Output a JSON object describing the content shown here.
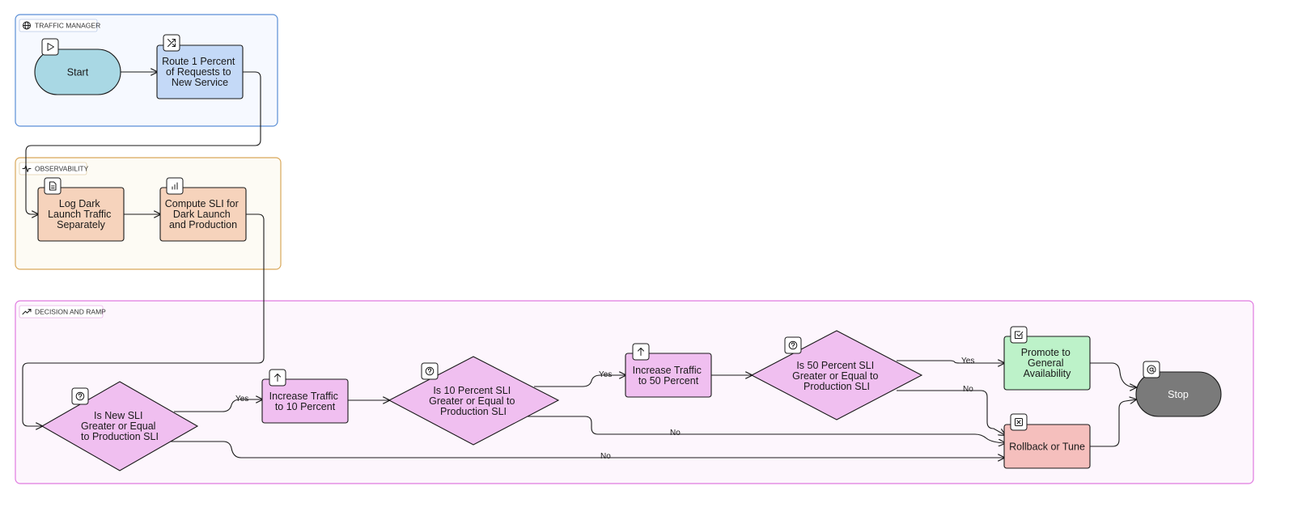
{
  "groups": {
    "traffic": {
      "label": "TRAFFIC MANAGER",
      "icon": "globe-icon",
      "border": "#5b8fd6",
      "fill": "#f6f9ff"
    },
    "observability": {
      "label": "OBSERVABILITY",
      "icon": "activity-icon",
      "border": "#d9a85a",
      "fill": "#fdfbf4"
    },
    "decision": {
      "label": "DECISION AND RAMP",
      "icon": "trending-up-icon",
      "border": "#e07ae0",
      "fill": "#fdf6fd"
    }
  },
  "nodes": {
    "start": {
      "lines": [
        "Start"
      ],
      "icon": "play-icon",
      "fill": "#a9d8e4"
    },
    "route": {
      "lines": [
        "Route 1 Percent",
        "of Requests to",
        "New Service"
      ],
      "icon": "shuffle-icon",
      "fill": "#c4d9f7"
    },
    "log": {
      "lines": [
        "Log Dark",
        "Launch Traffic",
        "Separately"
      ],
      "icon": "document-icon",
      "fill": "#f6d3bc"
    },
    "compute": {
      "lines": [
        "Compute SLI for",
        "Dark Launch",
        "and Production"
      ],
      "icon": "bar-chart-icon",
      "fill": "#f6d3bc"
    },
    "is_new": {
      "lines": [
        "Is New SLI",
        "Greater or Equal",
        "to Production SLI"
      ],
      "icon": "question-icon",
      "fill": "#f0bff0"
    },
    "inc10": {
      "lines": [
        "Increase Traffic",
        "to 10 Percent"
      ],
      "icon": "arrow-up-icon",
      "fill": "#f0bff0"
    },
    "is10": {
      "lines": [
        "Is 10 Percent SLI",
        "Greater or Equal to",
        "Production SLI"
      ],
      "icon": "question-icon",
      "fill": "#f0bff0"
    },
    "inc50": {
      "lines": [
        "Increase Traffic",
        "to 50 Percent"
      ],
      "icon": "arrow-up-icon",
      "fill": "#f0bff0"
    },
    "is50": {
      "lines": [
        "Is 50 Percent SLI",
        "Greater or Equal to",
        "Production SLI"
      ],
      "icon": "question-icon",
      "fill": "#f0bff0"
    },
    "promote": {
      "lines": [
        "Promote to",
        "General",
        "Availability"
      ],
      "icon": "check-square-icon",
      "fill": "#bdf2c9"
    },
    "rollback": {
      "lines": [
        "Rollback or Tune"
      ],
      "icon": "x-square-icon",
      "fill": "#f5bfbd"
    },
    "stop": {
      "lines": [
        "Stop"
      ],
      "icon": "at-sign-icon",
      "fill": "#7a7a7a",
      "text_color": "#ffffff"
    }
  },
  "edges": {
    "yes": "Yes",
    "no": "No"
  }
}
